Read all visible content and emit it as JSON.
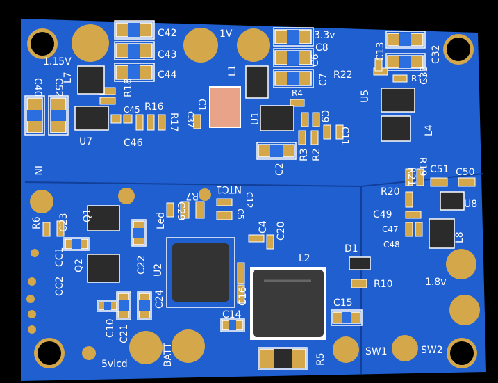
{
  "board": {
    "colors": {
      "background": "#000000",
      "solder_mask": "#1f5fcf",
      "trace": "#2a6ee0",
      "pad_gold": "#d4a84a",
      "silkscreen": "#ffffff",
      "ic_body": "#2b2b2b"
    },
    "labels": {
      "c42": "C42",
      "c43": "C43",
      "c44": "C44",
      "v1": "1V",
      "v33": "3.3v",
      "c8": "C8",
      "c6": "C6",
      "c7": "C7",
      "c13": "C13",
      "c32": "C32",
      "c33": "C33",
      "r12": "R12",
      "r22": "R22",
      "v115": "1.15V",
      "c40": "C40",
      "c52": "C52",
      "l7": "L7",
      "r18": "R18",
      "c45": "C45",
      "r16": "R16",
      "r17": "R17",
      "c46": "C46",
      "u7": "U7",
      "l1": "L1",
      "c1": "C1",
      "c37": "C37",
      "u1": "U1",
      "r4": "R4",
      "c9": "C9",
      "c11": "C11",
      "r3": "R3",
      "r2": "R2",
      "c2": "C2",
      "u5": "U5",
      "l4": "L4",
      "r21": "R21",
      "r19": "R19",
      "c51": "C51",
      "c50": "C50",
      "r20": "R20",
      "u8": "U8",
      "c49": "C49",
      "c47": "C47",
      "c48": "C48",
      "l8": "L8",
      "in": "IN",
      "ntc1": "NTC1",
      "r7": "R7",
      "c29": "C29",
      "c12": "C12",
      "c5": "C5",
      "c4": "C4",
      "c20": "C20",
      "r6": "R6",
      "c23": "C23",
      "q1": "Q1",
      "led": "Led",
      "cc1": "CC1",
      "cc2": "CC2",
      "q2": "Q2",
      "c22": "C22",
      "u2": "U2",
      "l2": "L2",
      "d1": "D1",
      "r10": "R10",
      "v18": "1.8v",
      "c16": "C16",
      "c15": "C15",
      "c14": "C14",
      "c10": "C10",
      "c21": "C21",
      "c24": "C24",
      "batt": "BATT",
      "v5lcd": "5vlcd",
      "r5": "R5",
      "sw1": "SW1",
      "sw2": "SW2"
    }
  }
}
